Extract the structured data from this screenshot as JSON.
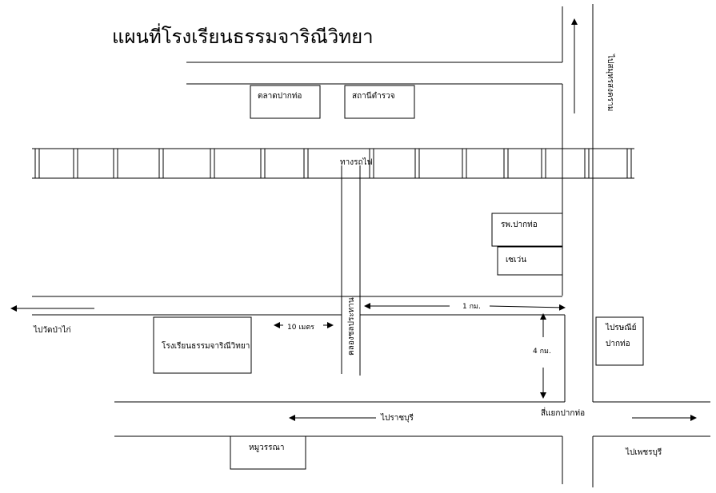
{
  "title": "แผนที่โรงเรียนธรรมจาริณีวิทยา",
  "places": {
    "market": "ตลาดปากท่อ",
    "police": "สถานีตำรวจ",
    "hospital": "รพ.ปากท่อ",
    "seven": "เซเว่น",
    "school": "โรงเรียนธรรมจาริณีวิทยา",
    "post_office_line1": "ไปรษณีย์",
    "post_office_line2": "ปากท่อ",
    "village": "หมูวรรณา"
  },
  "roads": {
    "railway": "ทางรถไฟ",
    "canal": "คลองชลประทาน",
    "intersection": "สี่แยกปากท่อ"
  },
  "directions": {
    "to_suphan": "ไปสมุทรสงคราม",
    "to_wat_pa_kai": "ไปวัดป่าไก่",
    "to_ratchaburi": "ไปราชบุรี",
    "to_phetchaburi": "ไปเพชรบุรี"
  },
  "distances": {
    "ten_m": "10 เมตร",
    "one_km": "1 กม.",
    "four_km": "4 กม."
  },
  "colors": {
    "line": "#000000",
    "background": "#ffffff"
  }
}
